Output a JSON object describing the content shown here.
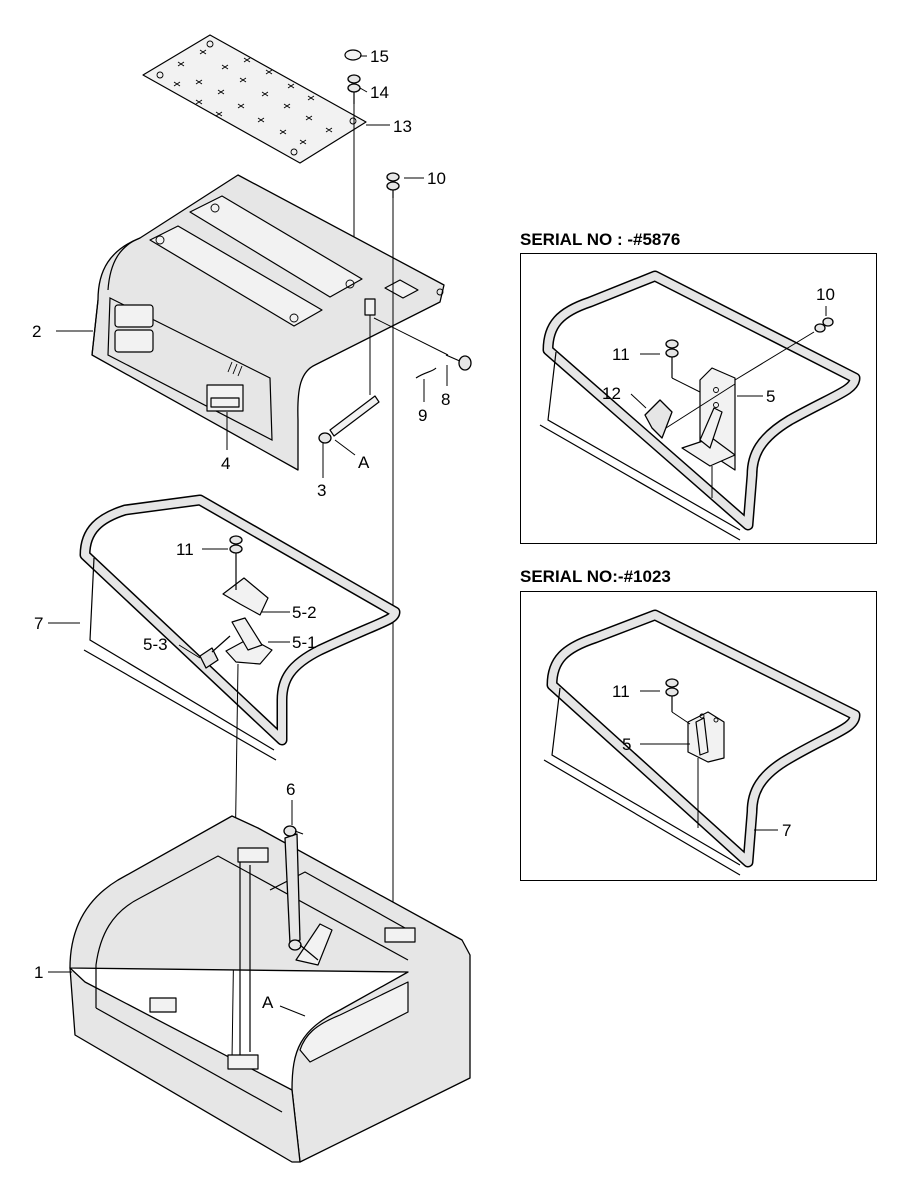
{
  "main_callouts": {
    "c15": "15",
    "c14": "14",
    "c13": "13",
    "c10": "10",
    "c2": "2",
    "c9": "9",
    "c8": "8",
    "c4": "4",
    "cA_top": "A",
    "c3": "3",
    "c11": "11",
    "c7": "7",
    "c5_2": "5-2",
    "c5_3": "5-3",
    "c5_1": "5-1",
    "c6": "6",
    "c1": "1",
    "cA_bottom": "A"
  },
  "inset_top": {
    "heading": "SERIAL NO : -#5876",
    "callouts": {
      "c10": "10",
      "c11": "11",
      "c12": "12",
      "c5": "5"
    }
  },
  "inset_bottom": {
    "heading": "SERIAL NO:-#1023",
    "callouts": {
      "c11": "11",
      "c5": "5",
      "c7": "7"
    }
  }
}
